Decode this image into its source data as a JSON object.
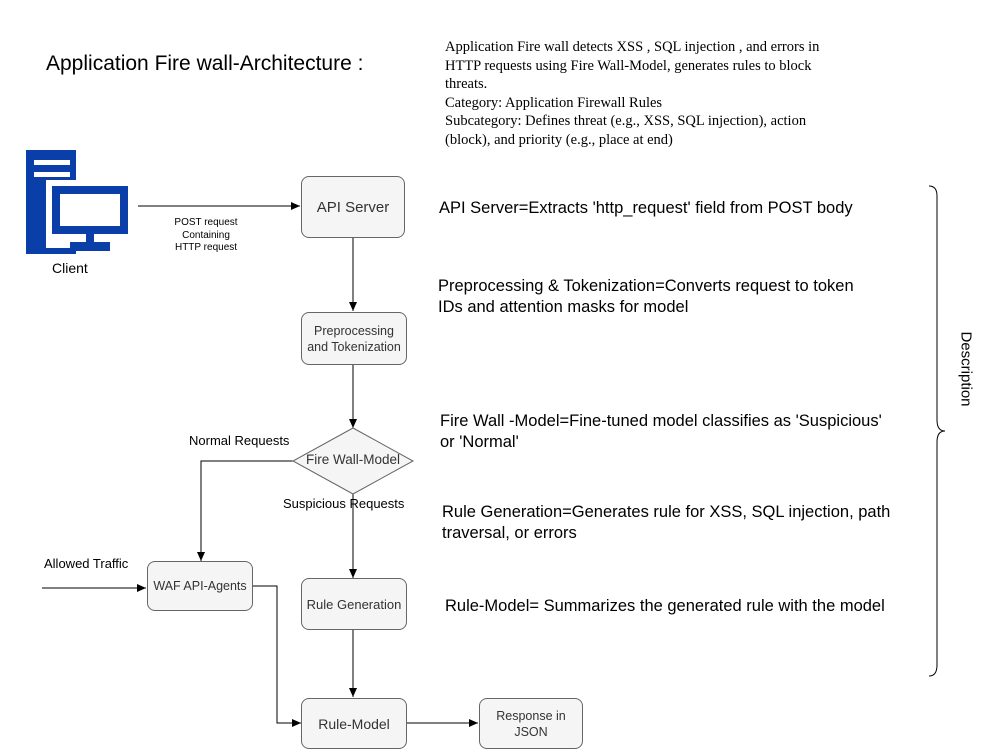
{
  "title": "Application Fire wall-Architecture :",
  "intro": {
    "line1": "Application Fire wall detects XSS , SQL injection , and errors in",
    "line2": "HTTP requests using Fire Wall-Model, generates rules to block",
    "line3": "threats.",
    "line4": "Category: Application Firewall Rules",
    "line5": "Subcategory: Defines threat (e.g., XSS, SQL injection), action",
    "line6": "(block), and priority (e.g., place at end)"
  },
  "client": {
    "label": "Client",
    "icon": "computer-server-icon",
    "color": "#0a3ea8"
  },
  "edges": {
    "post_line1": "POST request",
    "post_line2": "Containing",
    "post_line3": "HTTP request",
    "normal": "Normal Requests",
    "suspicious": "Suspicious Requests",
    "allowed": "Allowed Traffic"
  },
  "nodes": {
    "api_server": "API Server",
    "preprocess_line1": "Preprocessing",
    "preprocess_line2": "and Tokenization",
    "firewall_model": "Fire Wall-Model",
    "waf_agents": "WAF API-Agents",
    "rule_generation": "Rule Generation",
    "rule_model": "Rule-Model",
    "response_line1": "Response in",
    "response_line2": "JSON"
  },
  "descriptions": {
    "api_server": "API Server=Extracts 'http_request' field from POST body",
    "preprocess_line1": "Preprocessing & Tokenization=Converts request to token",
    "preprocess_line2": "IDs and attention masks for model",
    "firewall_line1": "Fire Wall -Model=Fine-tuned model classifies as 'Suspicious'",
    "firewall_line2": "or 'Normal'",
    "rulegen_line1": "Rule Generation=Generates rule for XSS, SQL injection, path",
    "rulegen_line2": "traversal, or errors",
    "rulemodel": "Rule-Model= Summarizes the generated rule with the model"
  },
  "brace_label": "Description"
}
